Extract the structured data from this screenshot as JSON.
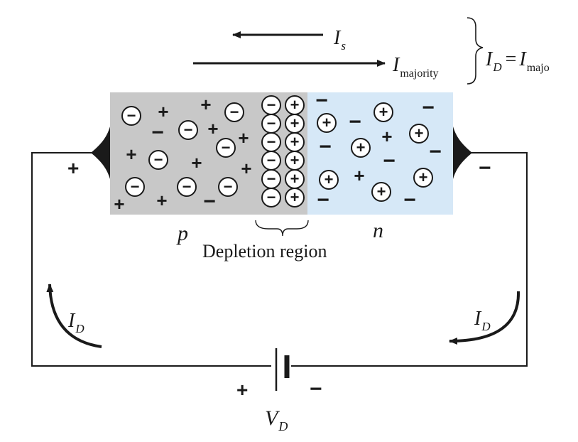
{
  "colors": {
    "p_region": "#c8c8c8",
    "n_region": "#d6e8f7",
    "ink": "#1a1a1a"
  },
  "current_labels": {
    "is_main": "I",
    "is_sub": "s",
    "imaj_main": "I",
    "imaj_sub": "majority",
    "id_main": "I",
    "id_sub": "D",
    "equals": "=",
    "id_rhs_main": "I",
    "id_rhs_sub": "majo"
  },
  "region_labels": {
    "p": "p",
    "n": "n",
    "depletion": "Depletion region"
  },
  "terminals": {
    "left_sign": "+",
    "right_sign": "−"
  },
  "loop_currents": {
    "left_main": "I",
    "left_sub": "D",
    "right_main": "I",
    "right_sub": "D"
  },
  "source": {
    "plus": "+",
    "minus": "−",
    "label_main": "V",
    "label_sub": "D"
  },
  "charge_symbols": {
    "plus": "+",
    "minus": "−",
    "neg_ion": "−",
    "pos_ion": "+"
  }
}
